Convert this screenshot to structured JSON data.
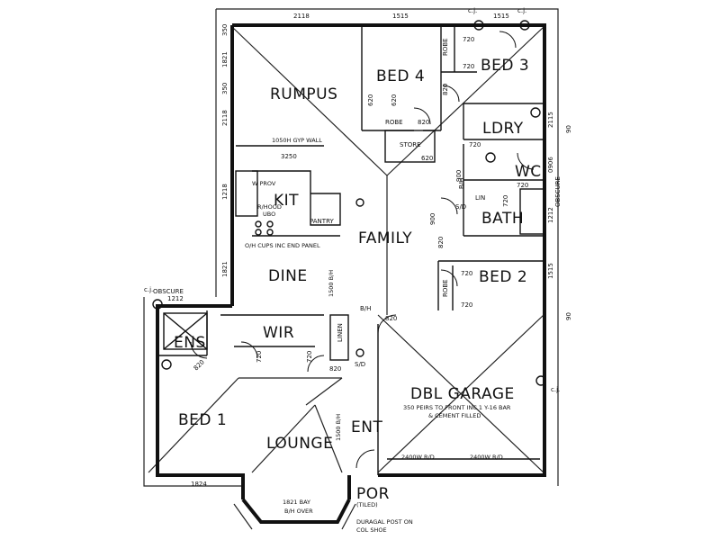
{
  "rooms": {
    "rumpus": "RUMPUS",
    "bed4": "BED 4",
    "bed3": "BED 3",
    "ldry": "LDRY",
    "wc": "WC",
    "bath": "BATH",
    "kit": "KIT",
    "family": "FAMILY",
    "dine": "DINE",
    "bed2": "BED 2",
    "ens": "ENS",
    "wir": "WIR",
    "garage": "DBL GARAGE",
    "bed1": "BED 1",
    "lounge": "LOUNGE",
    "ent": "ENT",
    "por": "POR"
  },
  "labels": {
    "robe1": "ROBE",
    "robe2": "ROBE",
    "robe3": "ROBE",
    "store": "STORE",
    "pantry": "PANTRY",
    "linen": "LINEN",
    "lin": "LIN",
    "bh1": "B/H",
    "bh2": "B/H",
    "sd1": "S/D",
    "sd2": "S/D",
    "obscure1": "OBSCURE",
    "obscure2": "OBSCURE",
    "cj1": "c.j.",
    "cj2": "c.j.",
    "cj3": "c.j.",
    "cj4": "c.j."
  },
  "notes": {
    "gyp_wall": "1050H GYP WALL",
    "wprov": "W PROV",
    "hood": "R/HOOD",
    "ubo": "UBO",
    "cups": "O/H CUPS INC END PANEL",
    "garage_note1": "350 PEIRS TO FRONT INC 1 Y-16 BAR",
    "garage_note2": "& CEMENT FILLED",
    "rd1": "2400W R/D",
    "rd2": "2400W R/D",
    "bay1": "1821 BAY",
    "bay2": "B/H OVER",
    "tiled": "(TILED)",
    "post1": "DURAGAL POST ON",
    "post2": "COL SHOE",
    "bh1500": "1500 B/H",
    "bh1500b": "1500 B/H"
  },
  "dims": {
    "top1": "2118",
    "top2": "1515",
    "top3": "1515",
    "left350a": "350",
    "left1821a": "1821",
    "left350b": "350",
    "left2118": "2118",
    "left1218": "1218",
    "left1821b": "1821",
    "d3250": "3250",
    "d1212a": "1212",
    "d1824": "1824",
    "r2115": "2115",
    "r90a": "90",
    "r0906": "0906",
    "r1212": "1212",
    "r1515": "1515",
    "r90b": "90",
    "d620a": "620",
    "d620b": "620",
    "d620c": "620",
    "d720a": "720",
    "d720b": "720",
    "d720c": "720",
    "d720d": "720",
    "d720e": "720",
    "d720f": "720",
    "d720g": "720",
    "d720h": "720",
    "d720i": "720",
    "d820a": "820",
    "d820b": "820",
    "d820c": "820",
    "d820d": "820",
    "d820e": "820",
    "d820f": "820",
    "d900a": "900",
    "d900b": "900"
  }
}
